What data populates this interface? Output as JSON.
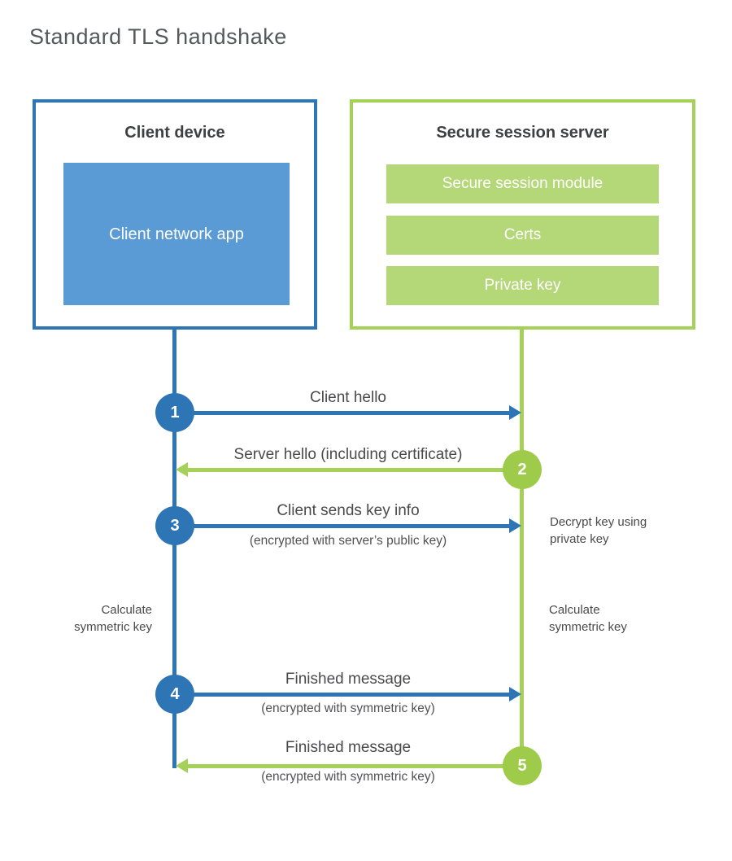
{
  "title": "Standard TLS handshake",
  "colors": {
    "blue": "#2e75b6",
    "blue_fill": "#5b9bd5",
    "green": "#a6d158",
    "green_circle": "#9fcb4a",
    "green_fill": "#b4d778",
    "label_text": "#4a4a4c",
    "heading_text": "#3e3f41",
    "title_text": "#55585c"
  },
  "client": {
    "title": "Client device",
    "app_label": "Client network app"
  },
  "server": {
    "title": "Secure session server",
    "modules": [
      "Secure session module",
      "Certs",
      "Private key"
    ]
  },
  "messages": [
    {
      "step": "1",
      "from": "client",
      "to": "server",
      "label": "Client hello",
      "sublabel": ""
    },
    {
      "step": "2",
      "from": "server",
      "to": "client",
      "label": "Server hello (including certificate)",
      "sublabel": ""
    },
    {
      "step": "3",
      "from": "client",
      "to": "server",
      "label": "Client sends key info",
      "sublabel": "(encrypted with server’s public key)"
    },
    {
      "step": "4",
      "from": "client",
      "to": "server",
      "label": "Finished message",
      "sublabel": "(encrypted with symmetric key)"
    },
    {
      "step": "5",
      "from": "server",
      "to": "client",
      "label": "Finished message",
      "sublabel": "(encrypted with symmetric key)"
    }
  ],
  "notes": {
    "decrypt": "Decrypt key using private key",
    "calc_left": "Calculate symmetric key",
    "calc_right": "Calculate symmetric key"
  }
}
